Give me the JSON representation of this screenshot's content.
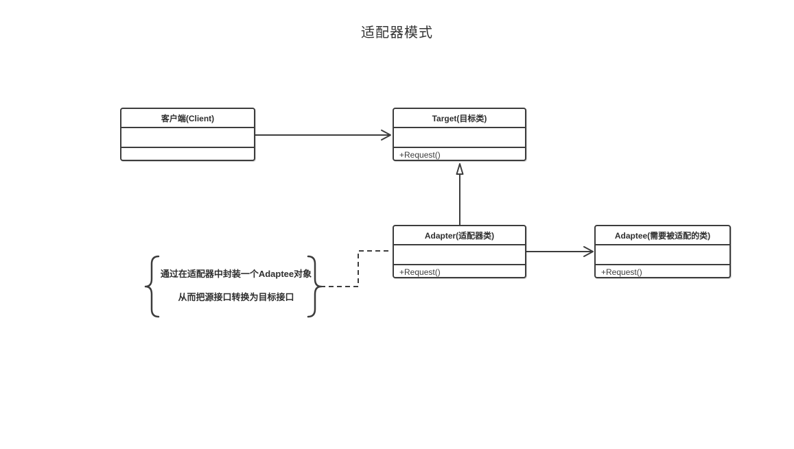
{
  "diagram": {
    "title": "适配器模式",
    "classes": {
      "client": {
        "name": "客户端(Client)",
        "attributes": "",
        "methods": ""
      },
      "target": {
        "name": "Target(目标类)",
        "attributes": "",
        "methods": "+Request()"
      },
      "adapter": {
        "name": "Adapter(适配器类)",
        "attributes": "",
        "methods": "+Request()"
      },
      "adaptee": {
        "name": "Adaptee(需要被适配的类)",
        "attributes": "",
        "methods": "+Request()"
      }
    },
    "note": {
      "line1": "通过在适配器中封装一个Adaptee对象",
      "line2": "从而把源接口转换为目标接口"
    },
    "relations": [
      {
        "from": "client",
        "to": "target",
        "type": "association-open-arrow"
      },
      {
        "from": "adapter",
        "to": "target",
        "type": "generalization-hollow-triangle"
      },
      {
        "from": "adapter",
        "to": "adaptee",
        "type": "association-open-arrow"
      },
      {
        "from": "note",
        "to": "adapter",
        "type": "dashed-elbow-connector"
      }
    ],
    "colors": {
      "stroke": "#3c3c3c",
      "text": "#2e2e2e",
      "background": "#ffffff"
    }
  }
}
